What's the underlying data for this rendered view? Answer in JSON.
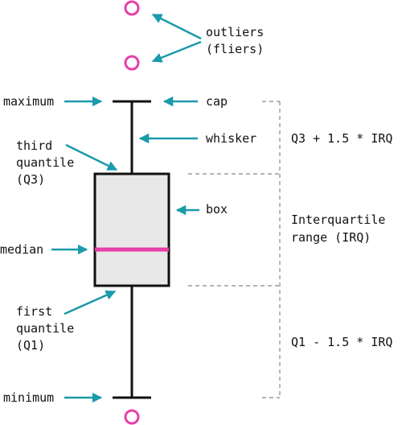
{
  "labels": {
    "maximum": "maximum",
    "third_quantile": [
      "third",
      "quantile",
      "(Q3)"
    ],
    "median": "median",
    "first_quantile": [
      "first",
      "quantile",
      "(Q1)"
    ],
    "minimum": "minimum",
    "outliers": [
      "outliers",
      "(fliers)"
    ],
    "cap": "cap",
    "whisker": "whisker",
    "box": "box",
    "upper_range": "Q3 + 1.5 * IRQ",
    "iqr": [
      "Interquartile",
      "range (IRQ)"
    ],
    "lower_range": "Q1 - 1.5 * IRQ"
  },
  "colors": {
    "arrow": "#1a9aaa",
    "outlier": "#e83ea9",
    "median_line": "#e83ea9",
    "box_fill": "#e8e8e8",
    "box_stroke": "#111111",
    "bracket": "#888888"
  }
}
